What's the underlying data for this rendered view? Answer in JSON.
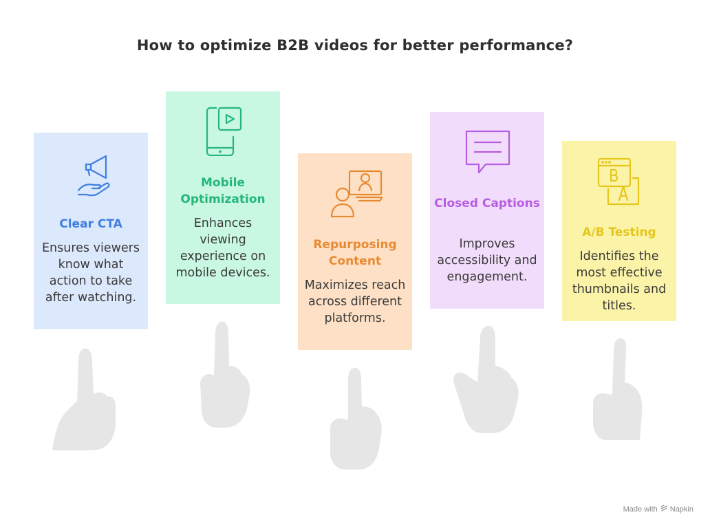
{
  "title": "How to optimize B2B videos for better performance?",
  "cards": [
    {
      "heading": "Clear CTA",
      "description": "Ensures viewers know what action to take after watching.",
      "bg": "#dce8fb",
      "accent": "#3f7fe0",
      "icon": "megaphone-hand-icon"
    },
    {
      "heading": "Mobile Optimization",
      "description": "Enhances viewing experience on mobile devices.",
      "bg": "#c8f7e2",
      "accent": "#25b779",
      "icon": "mobile-video-icon"
    },
    {
      "heading": "Repurposing Content",
      "description": "Maximizes reach across different platforms.",
      "bg": "#fde0c5",
      "accent": "#e88a33",
      "icon": "laptop-user-icon"
    },
    {
      "heading": "Closed Captions",
      "description": "Improves accessibility and engagement.",
      "bg": "#f1dcfb",
      "accent": "#b75ce3",
      "icon": "speech-bubble-icon"
    },
    {
      "heading": "A/B Testing",
      "description": "Identifies the most effective thumbnails and titles.",
      "bg": "#fbf4a8",
      "accent": "#e6c51c",
      "icon": "ab-test-icon"
    }
  ],
  "footer": {
    "made_with": "Made with",
    "brand": "Napkin"
  }
}
